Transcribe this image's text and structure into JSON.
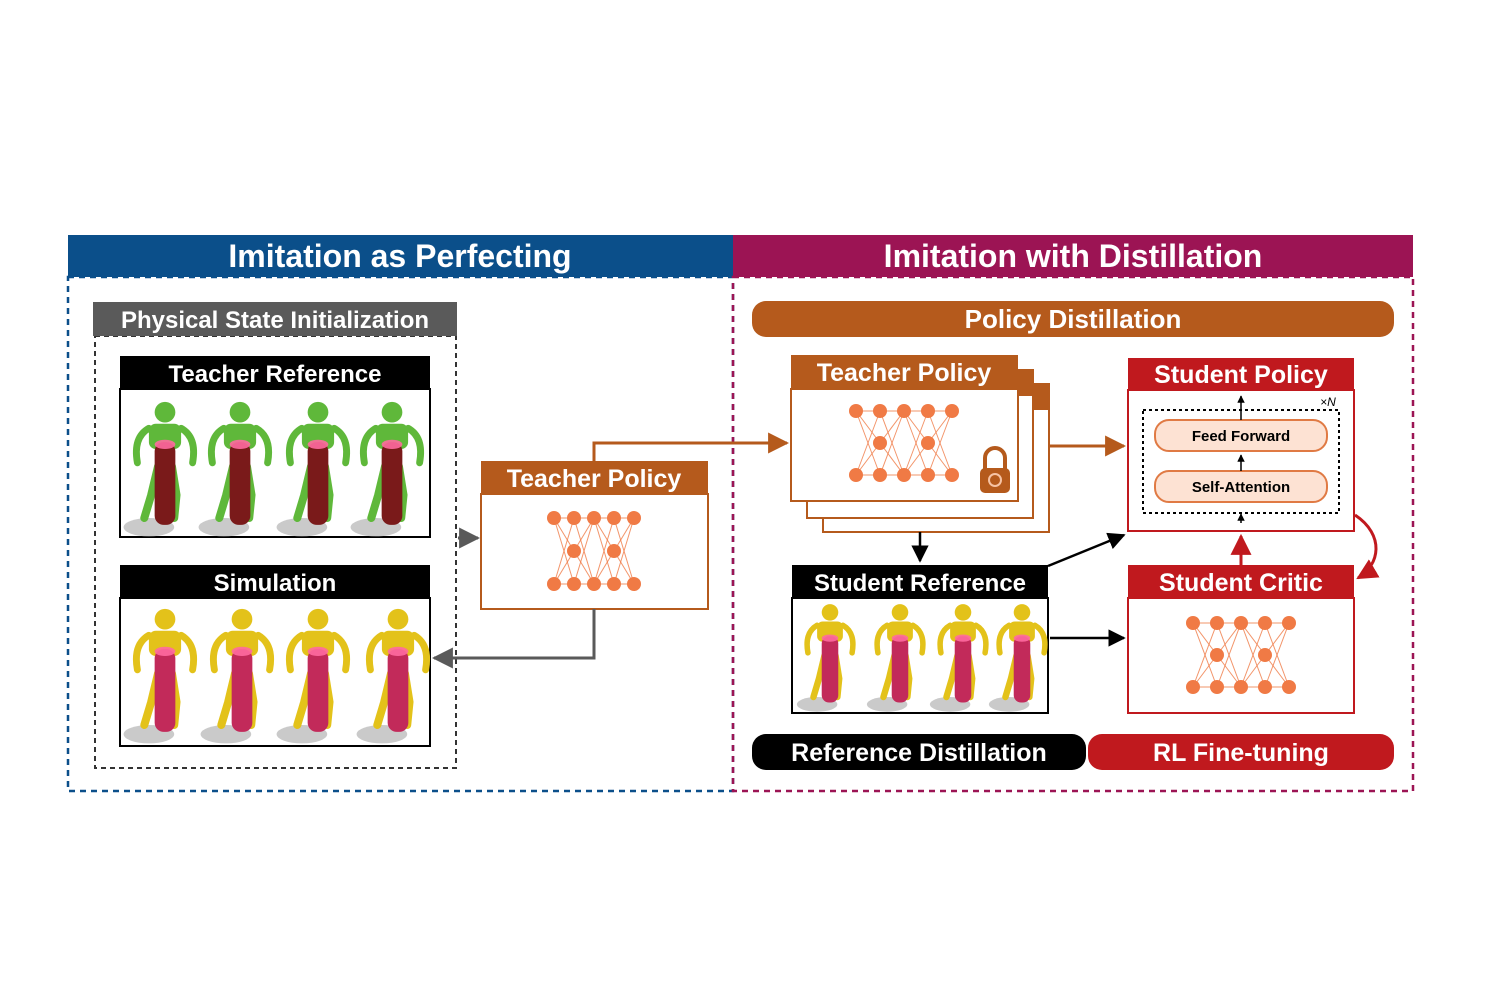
{
  "left_panel": {
    "title": "Imitation as Perfecting",
    "physical_state_label": "Physical State Initialization",
    "teacher_reference_label": "Teacher Reference",
    "simulation_label": "Simulation",
    "teacher_policy_label": "Teacher Policy"
  },
  "right_panel": {
    "title": "Imitation with Distillation",
    "policy_distillation_label": "Policy Distillation",
    "teacher_policy_label": "Teacher Policy",
    "student_policy_label": "Student Policy",
    "feed_forward_label": "Feed Forward",
    "self_attention_label": "Self-Attention",
    "repeat_label": "×N",
    "student_reference_label": "Student Reference",
    "student_critic_label": "Student Critic",
    "reference_distillation_label": "Reference Distillation",
    "rl_finetuning_label": "RL Fine-tuning"
  },
  "colors": {
    "blue": "#0b4f8a",
    "magenta": "#9c1454",
    "orange": "#b55a1c",
    "red": "#c0191e",
    "gray": "#5a5a5a",
    "black": "#000000",
    "node": "#f07a45",
    "green_figure": "#5fb83a",
    "yellow_figure": "#e3c21a",
    "dark_red_column": "#7a1a1a",
    "pink_column": "#c22a5a"
  },
  "icons": {
    "lock": "lock-icon",
    "network": "neural-network-icon",
    "robot": "robot-figure-icon"
  }
}
